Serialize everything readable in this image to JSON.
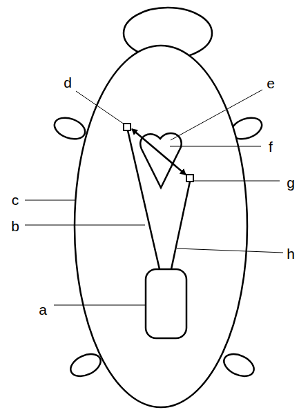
{
  "diagram": {
    "labels": [
      "d",
      "e",
      "f",
      "g",
      "c",
      "b",
      "h",
      "a"
    ]
  }
}
